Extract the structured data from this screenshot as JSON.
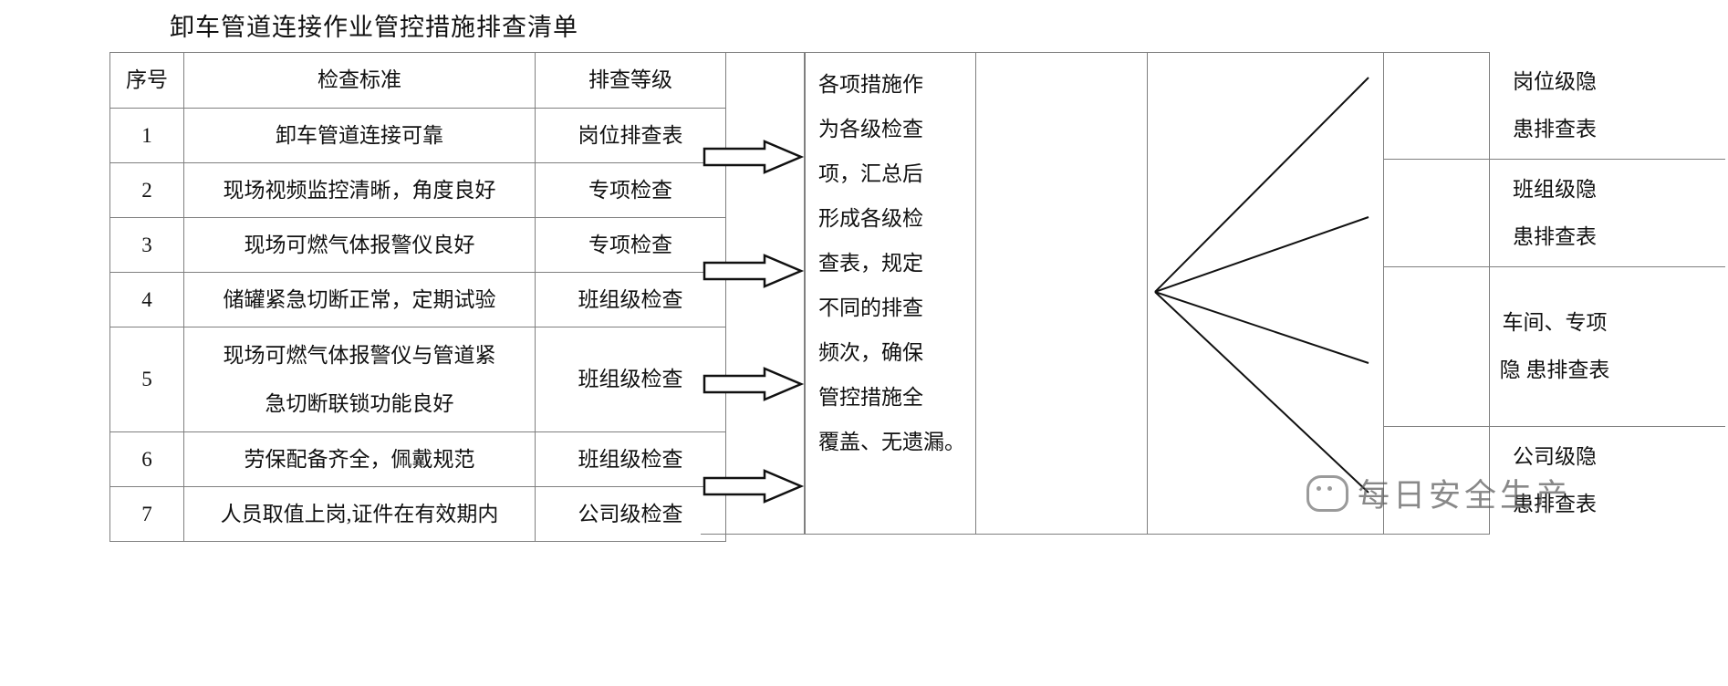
{
  "document": {
    "title": "卸车管道连接作业管控措施排查清单"
  },
  "table": {
    "headers": {
      "no": "序号",
      "standard": "检查标准",
      "level": "排查等级"
    },
    "rows": [
      {
        "no": "1",
        "standard": "卸车管道连接可靠",
        "standard_line2": "",
        "level": "岗位排查表"
      },
      {
        "no": "2",
        "standard": "现场视频监控清晰，角度良好",
        "standard_line2": "",
        "level": "专项检查"
      },
      {
        "no": "3",
        "standard": "现场可燃气体报警仪良好",
        "standard_line2": "",
        "level": "专项检查"
      },
      {
        "no": "4",
        "standard": "储罐紧急切断正常，定期试验",
        "standard_line2": "",
        "level": "班组级检查"
      },
      {
        "no": "5",
        "standard": "现场可燃气体报警仪与管道紧",
        "standard_line2": "急切断联锁功能良好",
        "level": "班组级检查"
      },
      {
        "no": "6",
        "standard": "劳保配备齐全，佩戴规范",
        "standard_line2": "",
        "level": "班组级检查"
      },
      {
        "no": "7",
        "standard": "人员取值上岗,证件在有效期内",
        "standard_line2": "",
        "level": "公司级检查"
      }
    ]
  },
  "summary": {
    "full_text": "各项措施作为各级检查项，汇总后形成各级检查表，规定不同的排查频次，确保管控措施全覆盖、无遗漏。",
    "lines": [
      "各项措施作",
      "为各级检查",
      "项，汇总后",
      "形成各级检",
      "查表，规定",
      "不同的排查",
      "频次，确保",
      "管控措施全",
      "覆盖、无遗漏。"
    ]
  },
  "outputs": [
    {
      "line1": "岗位级隐",
      "line2": "患排查表"
    },
    {
      "line1": "班组级隐",
      "line2": "患排查表"
    },
    {
      "line1": "车间、专项",
      "line2": "隐 患排查表"
    },
    {
      "line1": "公司级隐",
      "line2": "患排查表"
    }
  ],
  "watermark": {
    "text": "每日安全生产",
    "icon": "wechat-icon"
  },
  "colors": {
    "border": "#7f7f7f",
    "text": "#111111",
    "watermark": "#5b5b5b",
    "background": "#ffffff"
  }
}
